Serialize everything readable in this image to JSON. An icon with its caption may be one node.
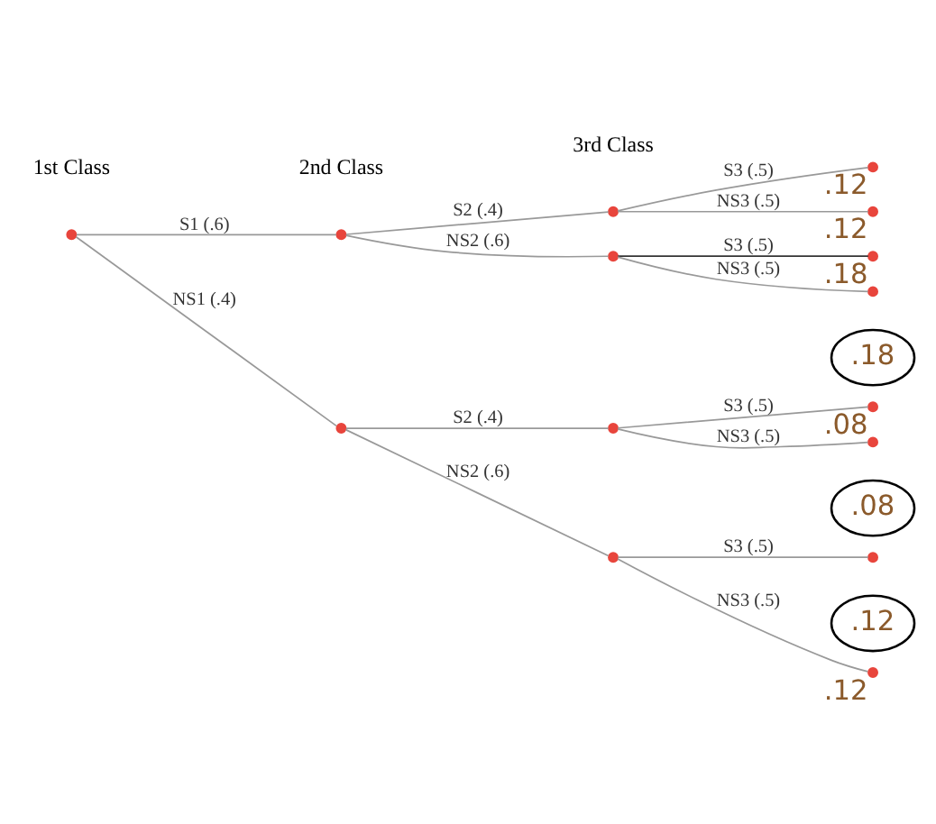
{
  "diagram": {
    "nodes": [
      {
        "text": [],
        "shape": "circle"
      },
      {
        "text": [],
        "shape": "circle"
      },
      {
        "text": [],
        "shape": "circle"
      },
      {
        "text": [],
        "shape": "circle",
        "beside": [
          ".12"
        ]
      },
      {
        "text": [],
        "shape": "circle",
        "beside": [
          ".12"
        ]
      },
      {
        "text": [],
        "shape": "circle"
      },
      {
        "text": [],
        "shape": "circle",
        "beside": [
          ".18"
        ]
      },
      {
        "text": [],
        "shape": "circle"
      },
      {
        "text": [
          ".18"
        ]
      },
      {
        "text": [],
        "shape": "circle"
      },
      {
        "text": [],
        "shape": "circle"
      },
      {
        "text": [],
        "shape": "circle",
        "beside": [
          ".08"
        ]
      },
      {
        "text": [],
        "shape": "circle"
      },
      {
        "text": [
          ".08"
        ]
      },
      {
        "text": [],
        "shape": "circle"
      },
      {
        "text": [],
        "shape": "circle"
      },
      {
        "text": [
          ".12"
        ]
      },
      {
        "text": [],
        "shape": "circle",
        "beside": [
          ".12"
        ]
      }
    ],
    "edges": [
      {
        "from": 0,
        "to": 1,
        "arrow": "none",
        "label": "S1 (.6)"
      },
      {
        "from": 0,
        "to": 9,
        "arrow": "none",
        "label": "NS1 (.4)"
      },
      {
        "from": 1,
        "to": 2,
        "arrow": "none",
        "label": "S2 (.4)"
      },
      {
        "from": 1,
        "to": 5,
        "arrow": "none",
        "label": "NS2 (.6)"
      },
      {
        "from": 2,
        "to": 3,
        "arrow": "none",
        "label": "S3 (.5)"
      },
      {
        "from": 2,
        "to": 4,
        "arrow": "none",
        "label": "NS3 (.5)"
      },
      {
        "from": 5,
        "to": 6,
        "arrow": "none",
        "label": "S3 (.5)",
        "color": "#333333"
      },
      {
        "from": 5,
        "to": 7,
        "arrow": "none",
        "label": "NS3 (.5)"
      },
      {
        "from": 9,
        "to": 10,
        "arrow": "none",
        "label": "S2 (.4)"
      },
      {
        "from": 9,
        "to": 14,
        "arrow": "none",
        "label": "NS2 (.6)"
      },
      {
        "from": 10,
        "to": 11,
        "arrow": "none",
        "label": "S3 (.5)"
      },
      {
        "from": 10,
        "to": 12,
        "arrow": "none",
        "label": "NS3 (.5)"
      },
      {
        "from": 14,
        "to": 15,
        "arrow": "none",
        "label": "S3 (.5)"
      },
      {
        "from": 14,
        "to": 17,
        "arrow": "none",
        "label": "NS3 (.5)"
      }
    ],
    "labels": [
      "1st Class",
      "2nd Class",
      "3rd Class"
    ]
  }
}
